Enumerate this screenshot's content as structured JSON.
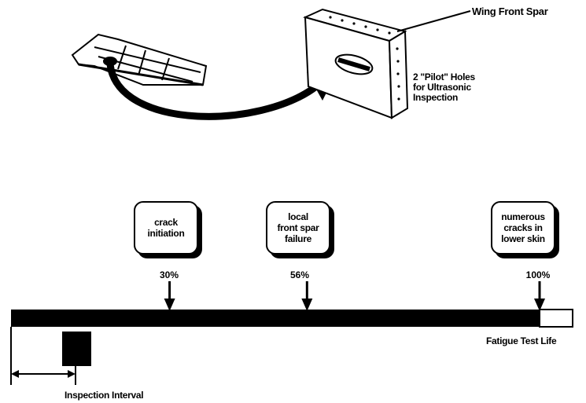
{
  "wing_label": "Wing Front Spar",
  "holes_label_lines": [
    "2 \"Pilot\" Holes",
    "for Ultrasonic",
    "Inspection"
  ],
  "milestones": [
    {
      "text": "crack\ninitiation",
      "percent": "30%",
      "position_fraction": 0.3
    },
    {
      "text": "local\nfront spar\nfailure",
      "percent": "56%",
      "position_fraction": 0.56
    },
    {
      "text": "numerous\ncracks in\nlower skin",
      "percent": "100%",
      "position_fraction": 1.0
    }
  ],
  "fatigue_label": "Fatigue Test Life",
  "inspection_label": "Inspection Interval"
}
